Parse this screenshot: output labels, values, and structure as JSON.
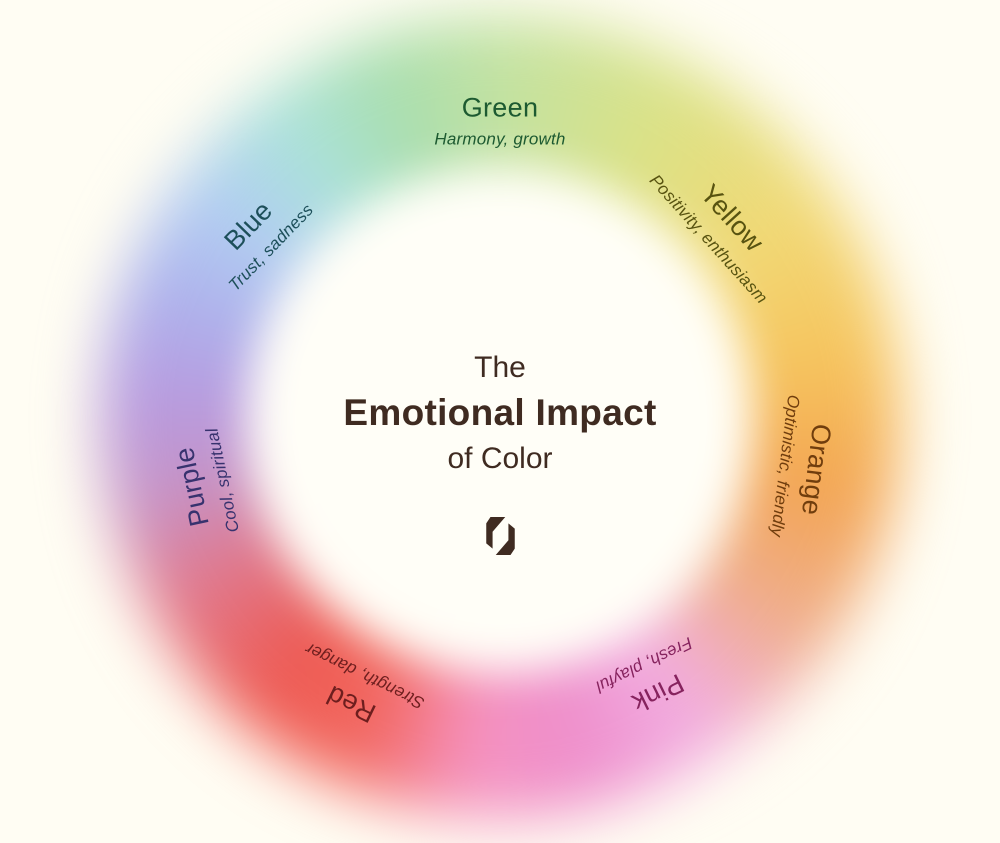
{
  "background_color": "#fffdf3",
  "inner_circle_color": "#fffef7",
  "center": {
    "line1": "The",
    "line2": "Emotional Impact",
    "line3": "of Color",
    "text_color": "#3f2b21",
    "logo_icon": "brand-mark-icon",
    "logo_color": "#3f2b21"
  },
  "wheel": {
    "segments": [
      {
        "name": "Green",
        "traits": "Harmony, growth",
        "text_color": "#1d5a31"
      },
      {
        "name": "Yellow",
        "traits": "Positivity, enthusiasm",
        "text_color": "#585310"
      },
      {
        "name": "Orange",
        "traits": "Optimistic, friendly",
        "text_color": "#703d0d"
      },
      {
        "name": "Pink",
        "traits": "Fresh, playful",
        "text_color": "#86235e"
      },
      {
        "name": "Red",
        "traits": "Strength, danger",
        "text_color": "#6e1e1e"
      },
      {
        "name": "Purple",
        "traits": "Cool, spiritual",
        "text_color": "#37326e"
      },
      {
        "name": "Blue",
        "traits": "Trust, sadness",
        "text_color": "#1d4f5a"
      }
    ],
    "ring_gradient": [
      {
        "angle": 0,
        "color": "#c3e2a2"
      },
      {
        "angle": 28,
        "color": "#dbe287"
      },
      {
        "angle": 55,
        "color": "#f1d976"
      },
      {
        "angle": 80,
        "color": "#f6c45e"
      },
      {
        "angle": 102,
        "color": "#f3a553"
      },
      {
        "angle": 126,
        "color": "#efae8e"
      },
      {
        "angle": 147,
        "color": "#f2aee2"
      },
      {
        "angle": 167,
        "color": "#ee8ecb"
      },
      {
        "angle": 185,
        "color": "#f593c0"
      },
      {
        "angle": 203,
        "color": "#f2685f"
      },
      {
        "angle": 220,
        "color": "#ee5a52"
      },
      {
        "angle": 242,
        "color": "#e07b90"
      },
      {
        "angle": 258,
        "color": "#c594c8"
      },
      {
        "angle": 273,
        "color": "#b89bdf"
      },
      {
        "angle": 290,
        "color": "#aeb2ec"
      },
      {
        "angle": 307,
        "color": "#b2cef2"
      },
      {
        "angle": 324,
        "color": "#abe2da"
      },
      {
        "angle": 342,
        "color": "#a9deae"
      },
      {
        "angle": 360,
        "color": "#c3e2a2"
      }
    ]
  }
}
